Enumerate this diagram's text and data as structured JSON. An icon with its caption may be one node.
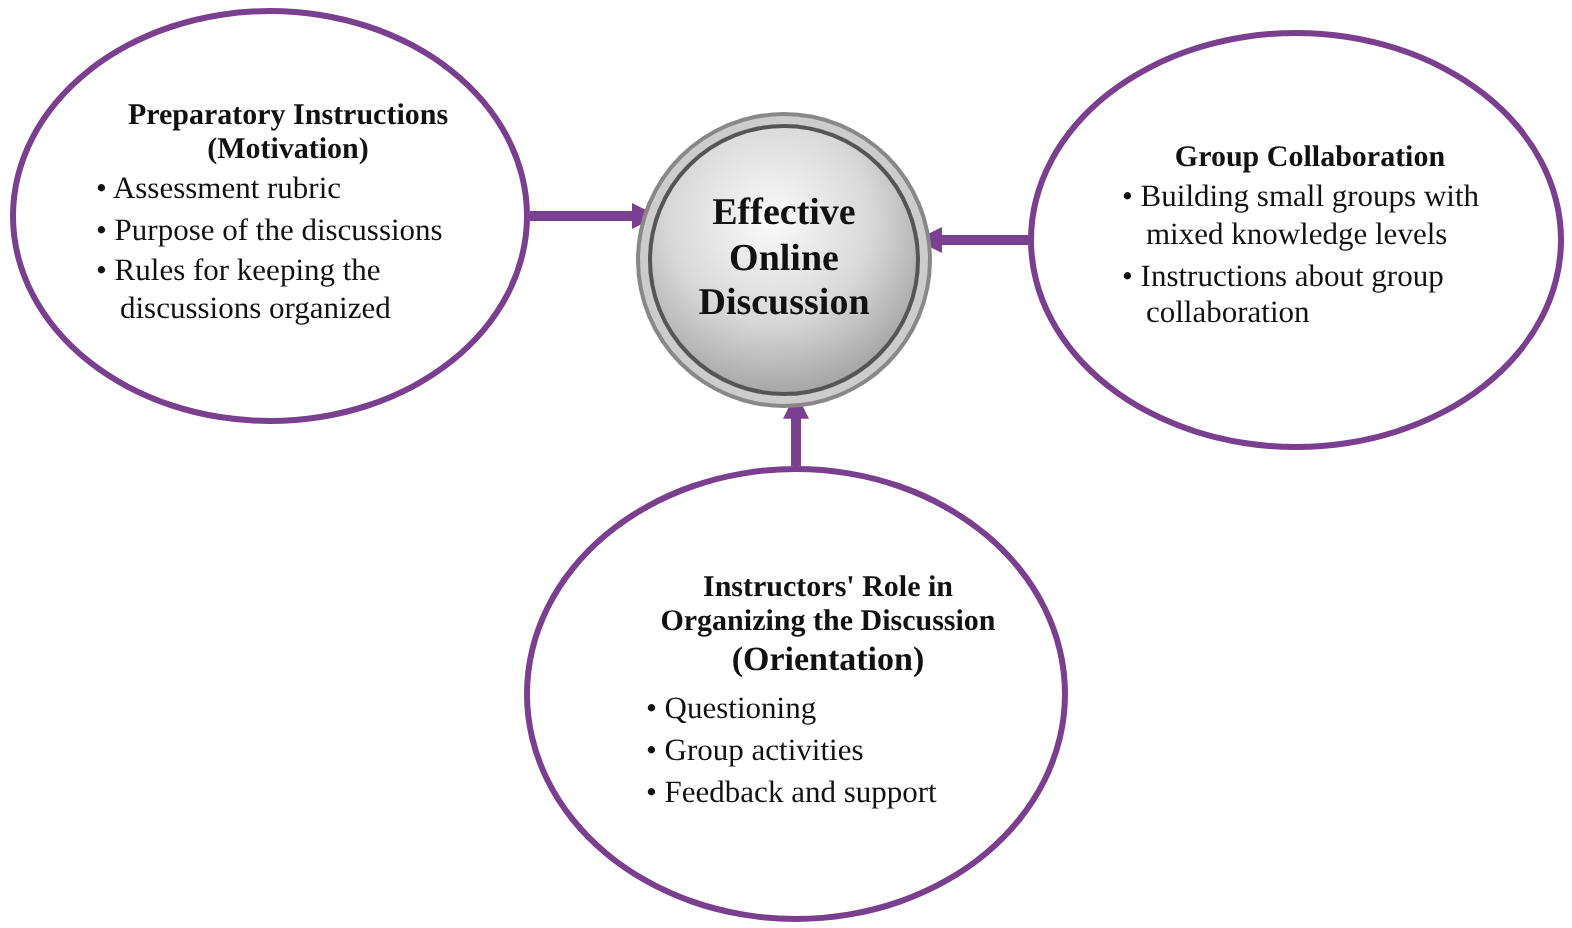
{
  "diagram": {
    "nodes": [
      {
        "text": [
          "Preparatory Instructions (Motivation)",
          "• Assessment rubric",
          "• Purpose of the discussions",
          "• Rules for keeping the discussions organized"
        ]
      },
      {
        "text": [
          "Effective Online Discussion"
        ]
      },
      {
        "text": [
          "Group Collaboration",
          "• Building small groups with mixed knowledge levels",
          "• Instructions about group collaboration"
        ]
      },
      {
        "text": [
          "Instructors' Role in Organizing the Discussion",
          "(Orientation)",
          "• Questioning",
          "• Group activities",
          "• Feedback and support"
        ]
      }
    ],
    "edges": [
      {
        "from": 0,
        "to": 1,
        "arrow": "to"
      },
      {
        "from": 2,
        "to": 1,
        "arrow": "to"
      },
      {
        "from": 3,
        "to": 1,
        "arrow": "to"
      }
    ]
  }
}
